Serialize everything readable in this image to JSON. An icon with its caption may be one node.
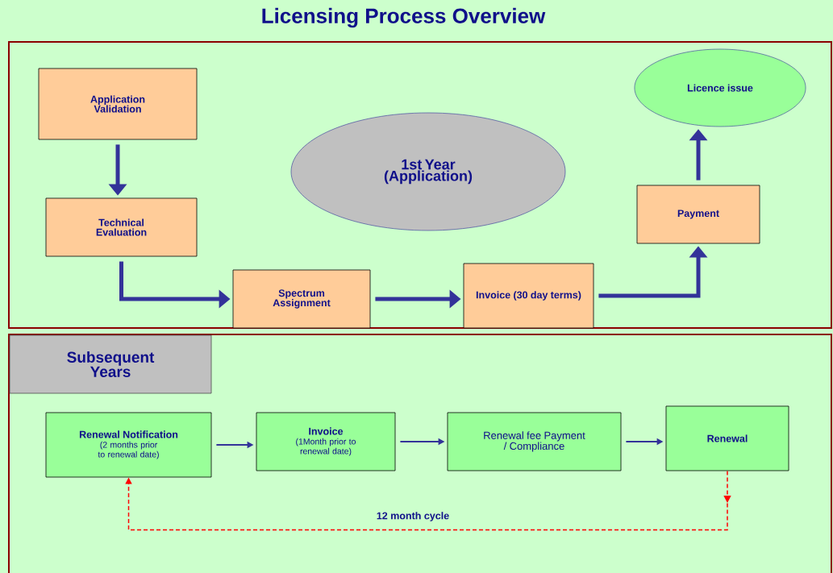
{
  "diagram": {
    "title": "Licensing Process Overview",
    "nodes": [
      {
        "text": [],
        "shape": "box"
      },
      {
        "text": [
          "Application Validation"
        ],
        "in": 0
      },
      {
        "text": [
          "Technical Evaluation"
        ],
        "in": 0
      },
      {
        "text": [
          "1st Year (Application)"
        ],
        "in": 0
      },
      {
        "text": [
          "Licence issue"
        ],
        "in": 0
      },
      {
        "text": [
          "Payment"
        ],
        "in": 0
      },
      {
        "text": [
          "Spectrum Assignment"
        ],
        "in": 0
      },
      {
        "text": [
          "Invoice (30 day terms)"
        ],
        "in": 0
      },
      {
        "text": [],
        "shape": "box"
      },
      {
        "text": [
          "Subsequent Years"
        ],
        "in": 8
      },
      {
        "text": [
          "Renewal Notification",
          "(2 months prior to renewal date)"
        ],
        "in": 8
      },
      {
        "text": [
          "Invoice",
          "(1Month prior to renewal date)"
        ],
        "in": 8
      },
      {
        "text": [
          "Renewal fee Payment / Compliance"
        ],
        "in": 8
      },
      {
        "text": [
          "Renewal"
        ],
        "in": 8
      }
    ],
    "edges": [
      {
        "from": 1,
        "to": 2,
        "arrow": "to"
      },
      {
        "from": 2,
        "to": 6,
        "arrow": "to"
      },
      {
        "from": 6,
        "to": 7,
        "arrow": "to"
      },
      {
        "from": 7,
        "to": 5,
        "arrow": "to"
      },
      {
        "from": 5,
        "to": 4,
        "arrow": "to"
      },
      {
        "from": 10,
        "to": 11,
        "arrow": "to"
      },
      {
        "from": 11,
        "to": 12,
        "arrow": "to"
      },
      {
        "from": 12,
        "to": 13,
        "arrow": "to"
      },
      {
        "from": 13,
        "to": 10,
        "arrow": "to",
        "label": "12 month cycle",
        "style": "dashed",
        "color": "#ff0000"
      }
    ]
  }
}
